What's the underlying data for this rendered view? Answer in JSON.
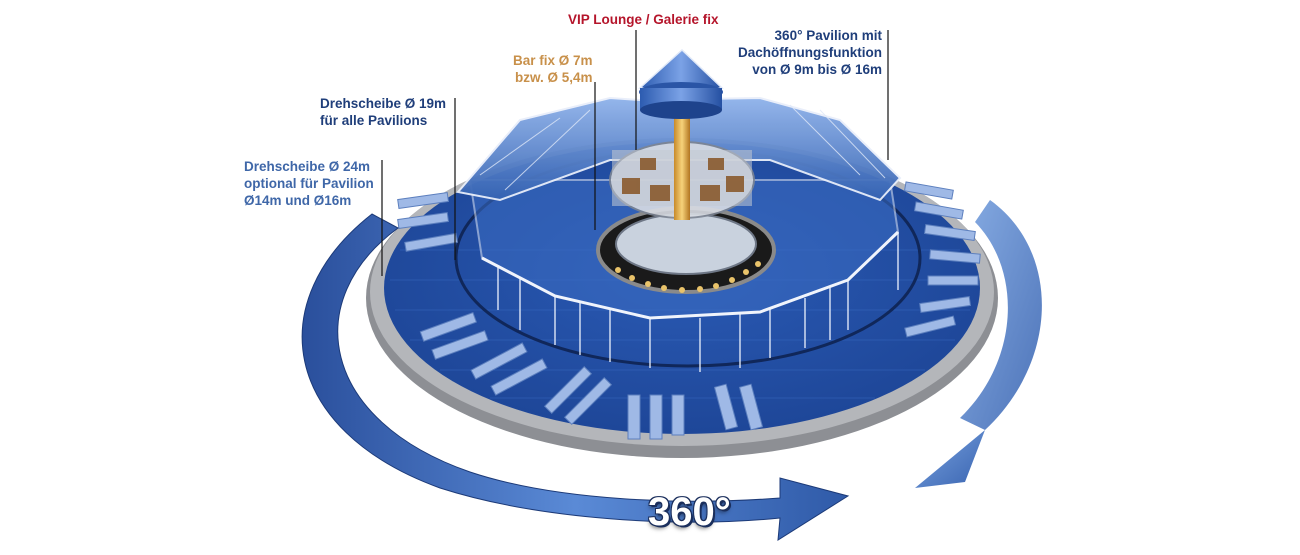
{
  "labels": {
    "vip": "VIP Lounge / Galerie fix",
    "bar": [
      "Bar fix Ø 7m",
      "bzw. Ø 5,4m"
    ],
    "pavilion": [
      "360° Pavilion mit",
      "Dachöffnungsfunktion",
      "von Ø 9m bis Ø 16m"
    ],
    "turntable_19": [
      "Drehscheibe Ø 19m",
      "für alle Pavilions"
    ],
    "turntable_24": [
      "Drehscheibe Ø 24m",
      "optional für Pavilion",
      "Ø14m und  Ø16m"
    ]
  },
  "rotation_label": "360°",
  "colors": {
    "platform_blue": "#2f5fb0",
    "arrow_blue": "#4f7fcf",
    "label_navy": "#1f3e7a",
    "label_blue": "#3f67a8",
    "vip_red": "#b5152b",
    "bar_tan": "#c8904a",
    "rim_grey": "#8d8f94"
  }
}
